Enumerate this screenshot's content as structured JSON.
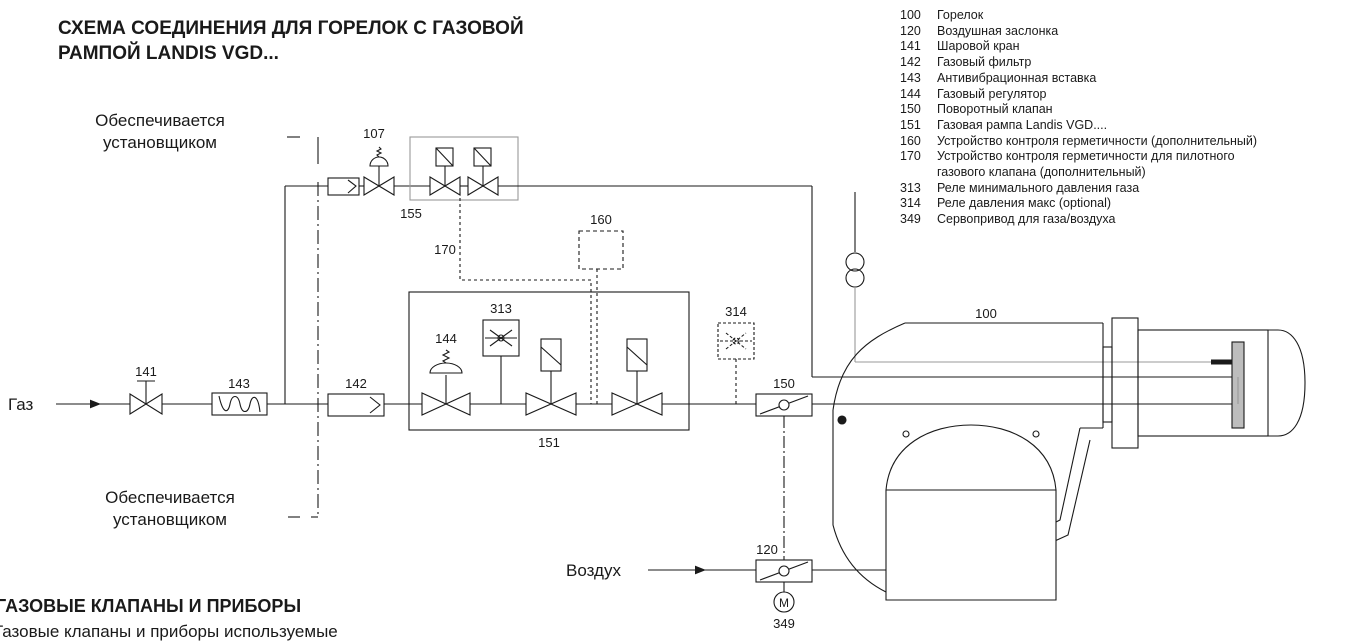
{
  "title_line1": "СХЕМА СОЕДИНЕНИЯ ДЛЯ ГОРЕЛОК С ГАЗОВОЙ",
  "title_line2": "РАМПОЙ LANDIS VGD...",
  "installer_note_top": [
    "Обеспечивается",
    "установщиком"
  ],
  "installer_note_bottom": [
    "Обеспечивается",
    "установщиком"
  ],
  "inputs": {
    "gas": "Газ",
    "air": "Воздух"
  },
  "component_labels": {
    "c107": "107",
    "c155": "155",
    "c160": "160",
    "c170": "170",
    "c313": "313",
    "c314": "314",
    "c144": "144",
    "c141": "141",
    "c143": "143",
    "c142": "142",
    "c151": "151",
    "c150": "150",
    "c100": "100",
    "c120": "120",
    "c349": "349",
    "motor": "M"
  },
  "legend": [
    {
      "code": "100",
      "label": "Горелок"
    },
    {
      "code": "120",
      "label": "Воздушная заслонка"
    },
    {
      "code": "141",
      "label": "Шаровой кран"
    },
    {
      "code": "142",
      "label": "Газовый фильтр"
    },
    {
      "code": "143",
      "label": "Антивибрационная вставка"
    },
    {
      "code": "144",
      "label": "Газовый регулятор"
    },
    {
      "code": "150",
      "label": "Поворотный клапан"
    },
    {
      "code": "151",
      "label": "Газовая рампа Landis VGD...."
    },
    {
      "code": "160",
      "label": "Устройство контроля герметичности (дополнительный)"
    },
    {
      "code": "170",
      "label": "Устройство контроля герметичности для пилотного"
    },
    {
      "code": "",
      "label": "газового клапана (дополнительный)"
    },
    {
      "code": "313",
      "label": "Реле минимального давления газа"
    },
    {
      "code": "314",
      "label": "Реле давления макс (optional)"
    },
    {
      "code": "349",
      "label": "Сервопривод для газа/воздуха"
    }
  ],
  "section_title": "ГАЗОВЫЕ КЛАПАНЫ И ПРИБОРЫ",
  "section_text": "Газовые клапаны и приборы используемые"
}
